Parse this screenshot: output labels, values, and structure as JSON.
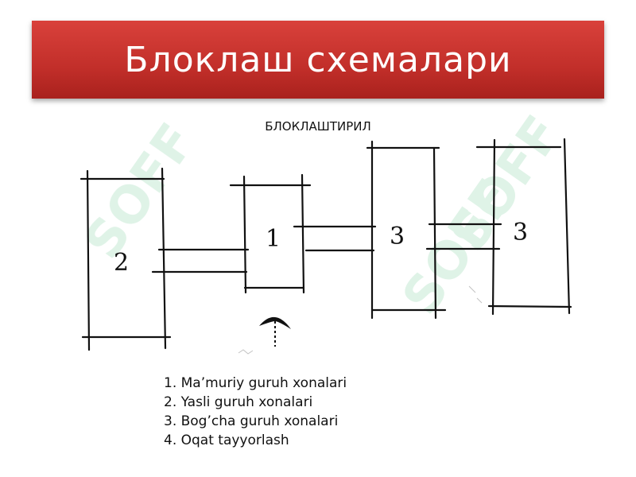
{
  "slide": {
    "title": "Блоклаш схемалари",
    "subtitle": "БЛОКЛАШТИРИЛ"
  },
  "diagram": {
    "blocks": [
      {
        "label": "2"
      },
      {
        "label": "1"
      },
      {
        "label": "3"
      },
      {
        "label": "3"
      }
    ],
    "watermark_text": "SOFF"
  },
  "legend": {
    "items": [
      "1. Ma’muriy guruh xonalari",
      "2. Yasli guruh xonalari",
      "3. Bog’cha guruh xonalari",
      "4. Oqat tayyorlash"
    ]
  },
  "colors": {
    "title_bar": "#c22f2a",
    "watermark": "#7fcf9a"
  }
}
